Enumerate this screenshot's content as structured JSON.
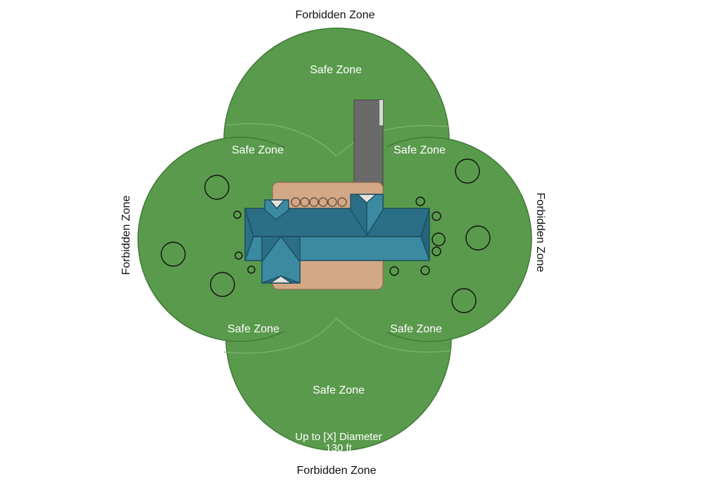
{
  "forbidden_zones": {
    "top": "Forbidden Zone",
    "bottom": "Forbidden Zone",
    "left": "Forbidden Zone",
    "right": "Forbidden Zone"
  },
  "safe_zones": {
    "top": "Safe Zone",
    "upper_left": "Safe Zone",
    "upper_right": "Safe Zone",
    "lower_left": "Safe Zone",
    "lower_right": "Safe Zone",
    "bottom": "Safe Zone"
  },
  "diameter": {
    "line1": "Up to [X] Diameter",
    "line2": "130 ft"
  },
  "colors": {
    "grass": "#5a9a4c",
    "grass_edge": "#3f7a36",
    "roof": "#2b6f86",
    "roof_light": "#3b8aa2",
    "roof_edge": "#1d4f60",
    "patio": "#d3a886",
    "driveway": "#6a6a6a"
  }
}
